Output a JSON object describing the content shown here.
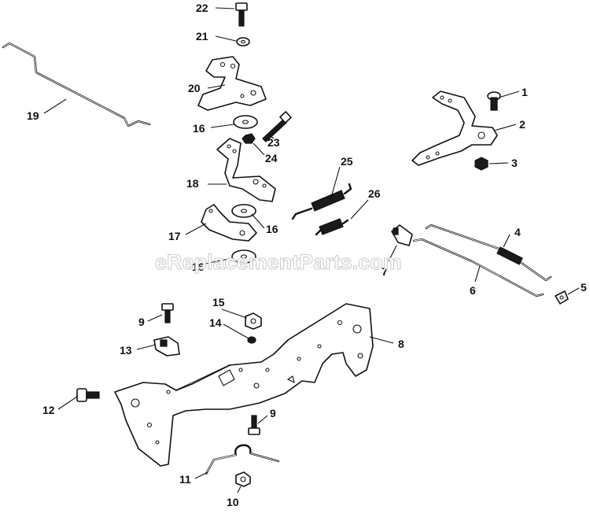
{
  "watermark": "eReplacementParts.com",
  "callouts": [
    "1",
    "2",
    "3",
    "4",
    "5",
    "6",
    "7",
    "8",
    "9",
    "9",
    "10",
    "11",
    "12",
    "13",
    "14",
    "15",
    "16",
    "16",
    "16",
    "17",
    "18",
    "19",
    "20",
    "21",
    "22",
    "23",
    "24",
    "25",
    "26"
  ]
}
